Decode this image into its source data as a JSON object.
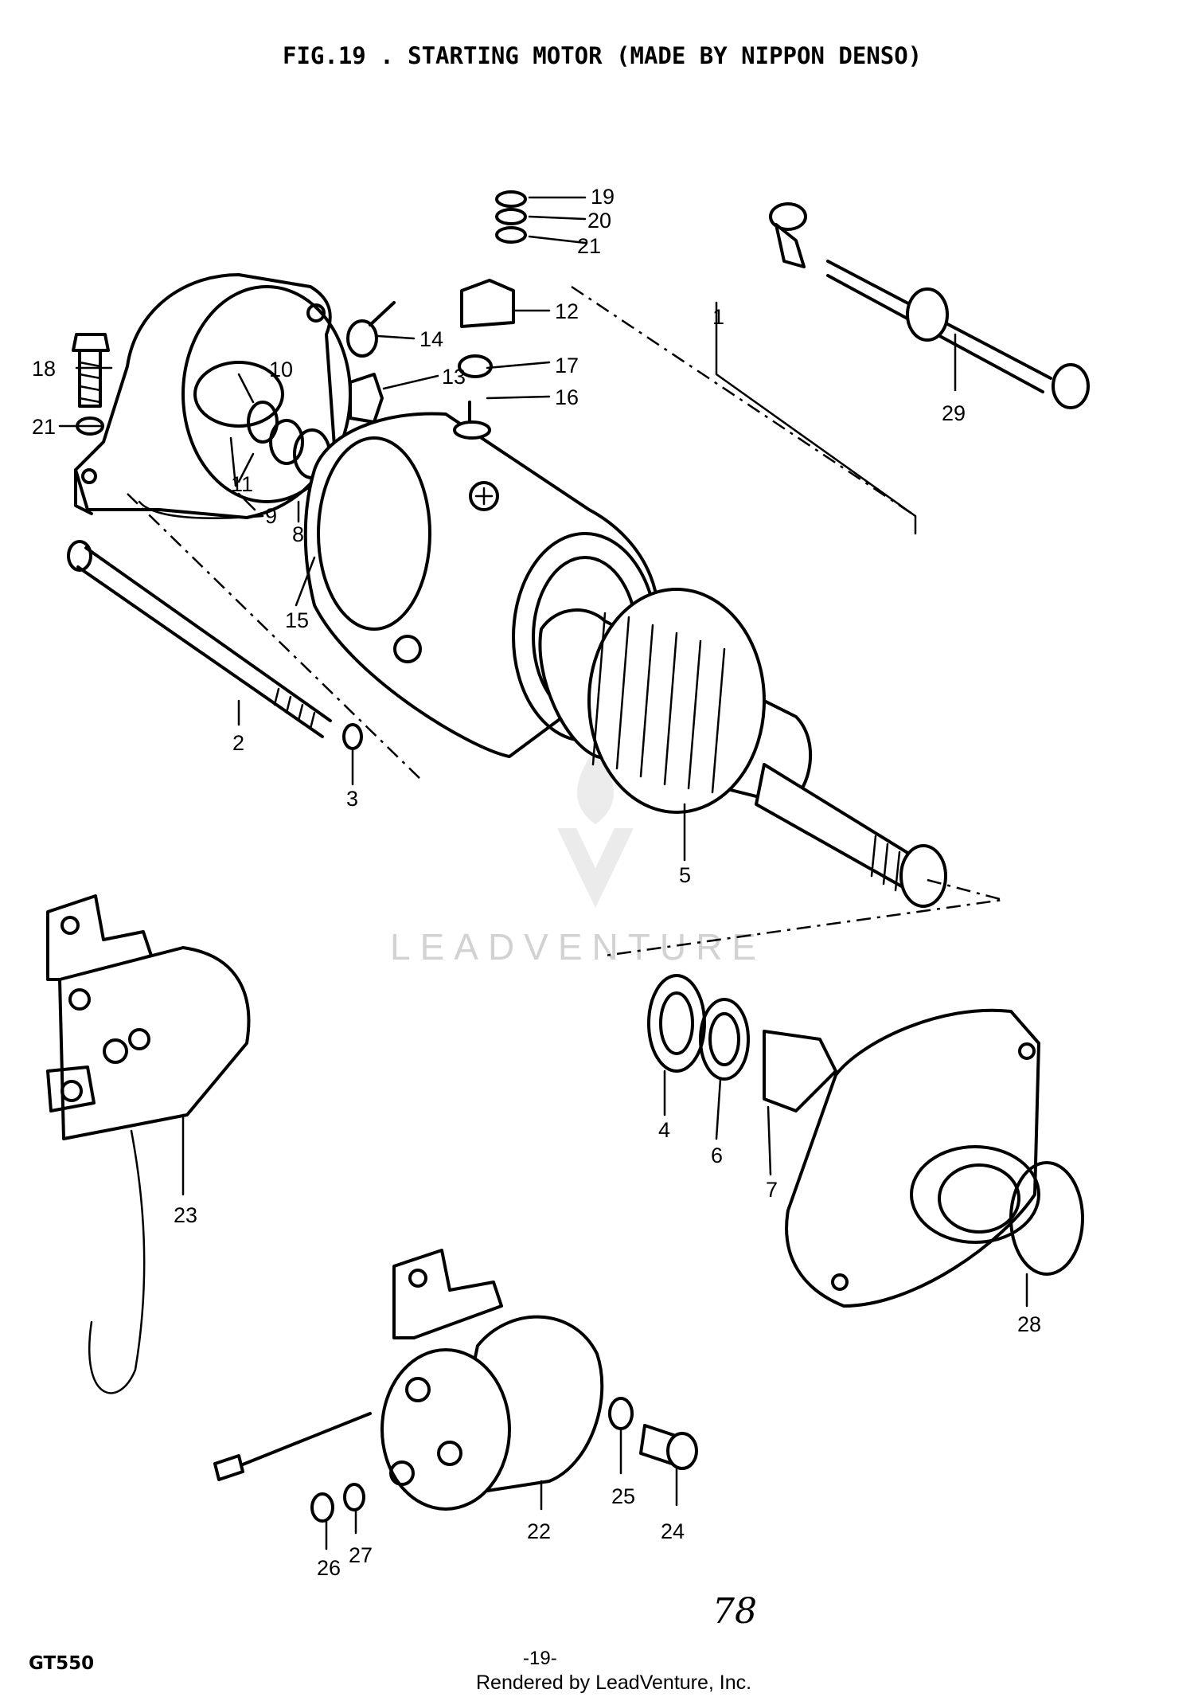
{
  "figure": {
    "title": "FIG.19 . STARTING MOTOR (MADE BY NIPPON DENSO)"
  },
  "callouts": [
    {
      "id": "1",
      "label": "1"
    },
    {
      "id": "2",
      "label": "2"
    },
    {
      "id": "3",
      "label": "3"
    },
    {
      "id": "4",
      "label": "4"
    },
    {
      "id": "5",
      "label": "5"
    },
    {
      "id": "6",
      "label": "6"
    },
    {
      "id": "7",
      "label": "7"
    },
    {
      "id": "8",
      "label": "8"
    },
    {
      "id": "9",
      "label": "9"
    },
    {
      "id": "10",
      "label": "10"
    },
    {
      "id": "11",
      "label": "11"
    },
    {
      "id": "12",
      "label": "12"
    },
    {
      "id": "13",
      "label": "13"
    },
    {
      "id": "14",
      "label": "14"
    },
    {
      "id": "15",
      "label": "15"
    },
    {
      "id": "16",
      "label": "16"
    },
    {
      "id": "17",
      "label": "17"
    },
    {
      "id": "18",
      "label": "18"
    },
    {
      "id": "19",
      "label": "19"
    },
    {
      "id": "20",
      "label": "20"
    },
    {
      "id": "21a",
      "label": "21"
    },
    {
      "id": "21b",
      "label": "21"
    },
    {
      "id": "22",
      "label": "22"
    },
    {
      "id": "23",
      "label": "23"
    },
    {
      "id": "24",
      "label": "24"
    },
    {
      "id": "25",
      "label": "25"
    },
    {
      "id": "26",
      "label": "26"
    },
    {
      "id": "27",
      "label": "27"
    },
    {
      "id": "28",
      "label": "28"
    },
    {
      "id": "29",
      "label": "29"
    }
  ],
  "handwritten_note": "78",
  "footer": {
    "model": "GT550",
    "page": "-19-",
    "rendered_by": "Rendered by LeadVenture, Inc."
  },
  "watermark": {
    "text": "LEADVENTURE",
    "logo_icon": "leadventure-flame-logo-icon"
  }
}
